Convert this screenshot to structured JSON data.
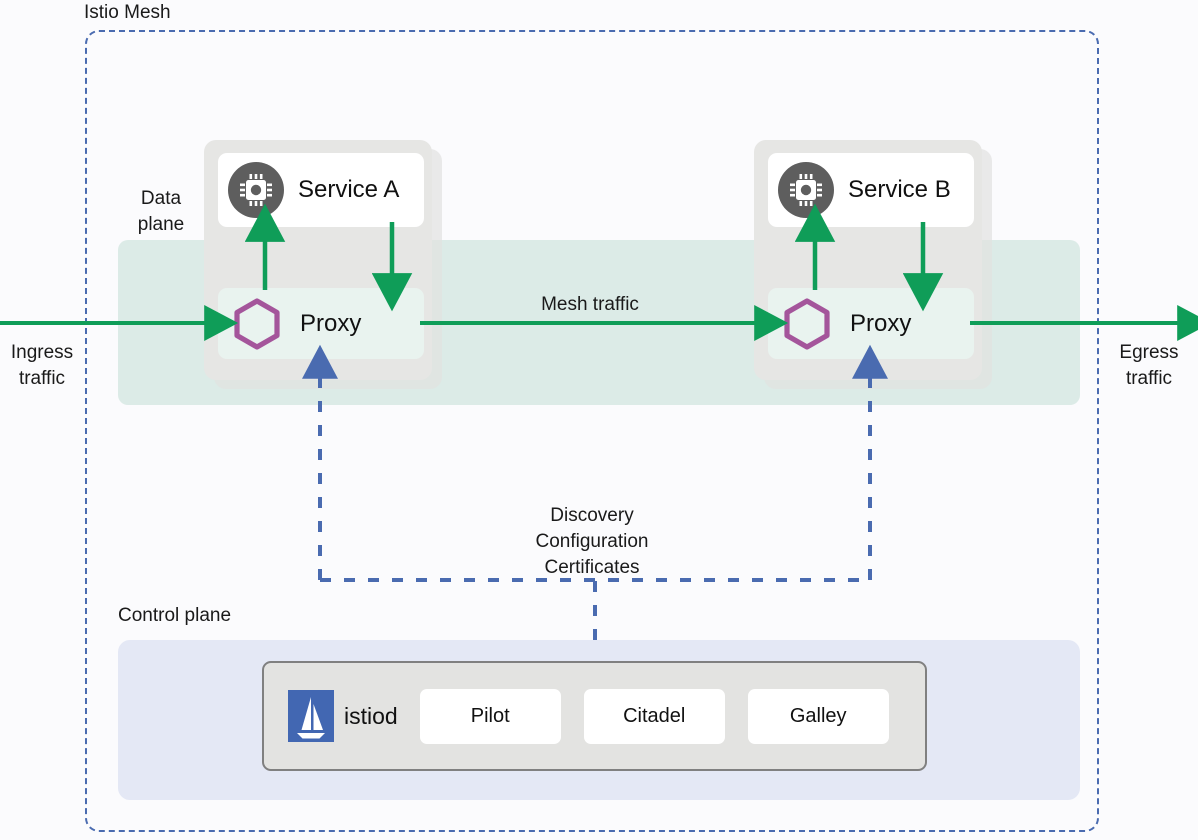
{
  "diagram": {
    "mesh_label": "Istio Mesh",
    "data_plane_label": "Data\nplane",
    "data_plane_label_line1": "Data",
    "data_plane_label_line2": "plane",
    "control_plane_label": "Control plane",
    "mesh_traffic_label": "Mesh traffic",
    "ingress_label_line1": "Ingress",
    "ingress_label_line2": "traffic",
    "egress_label_line1": "Egress",
    "egress_label_line2": "traffic",
    "control_channel": {
      "line1": "Discovery",
      "line2": "Configuration",
      "line3": "Certificates"
    }
  },
  "pods": [
    {
      "service_name": "Service A",
      "service_icon": "cpu-chip-icon",
      "proxy_name": "Proxy",
      "proxy_icon": "envoy-hexagon-icon"
    },
    {
      "service_name": "Service B",
      "service_icon": "cpu-chip-icon",
      "proxy_name": "Proxy",
      "proxy_icon": "envoy-hexagon-icon"
    }
  ],
  "control_plane": {
    "istiod_label": "istiod",
    "istiod_icon": "istio-sailboat-logo",
    "components": [
      {
        "label": "Pilot"
      },
      {
        "label": "Citadel"
      },
      {
        "label": "Galley"
      }
    ]
  },
  "colors": {
    "traffic_arrow": "#0f9d58",
    "mesh_border": "#4a6bb0",
    "control_dashed": "#4a6bb0",
    "data_plane_band": "#dcebe7",
    "control_plane_band": "#e4e8f5",
    "pod_body": "#e6e6e4",
    "proxy_hexagon": "#a4559b",
    "service_icon_circle": "#5e5e5e",
    "istio_logo_blue": "#4267b2",
    "canvas_background": "#fbfbfd"
  }
}
